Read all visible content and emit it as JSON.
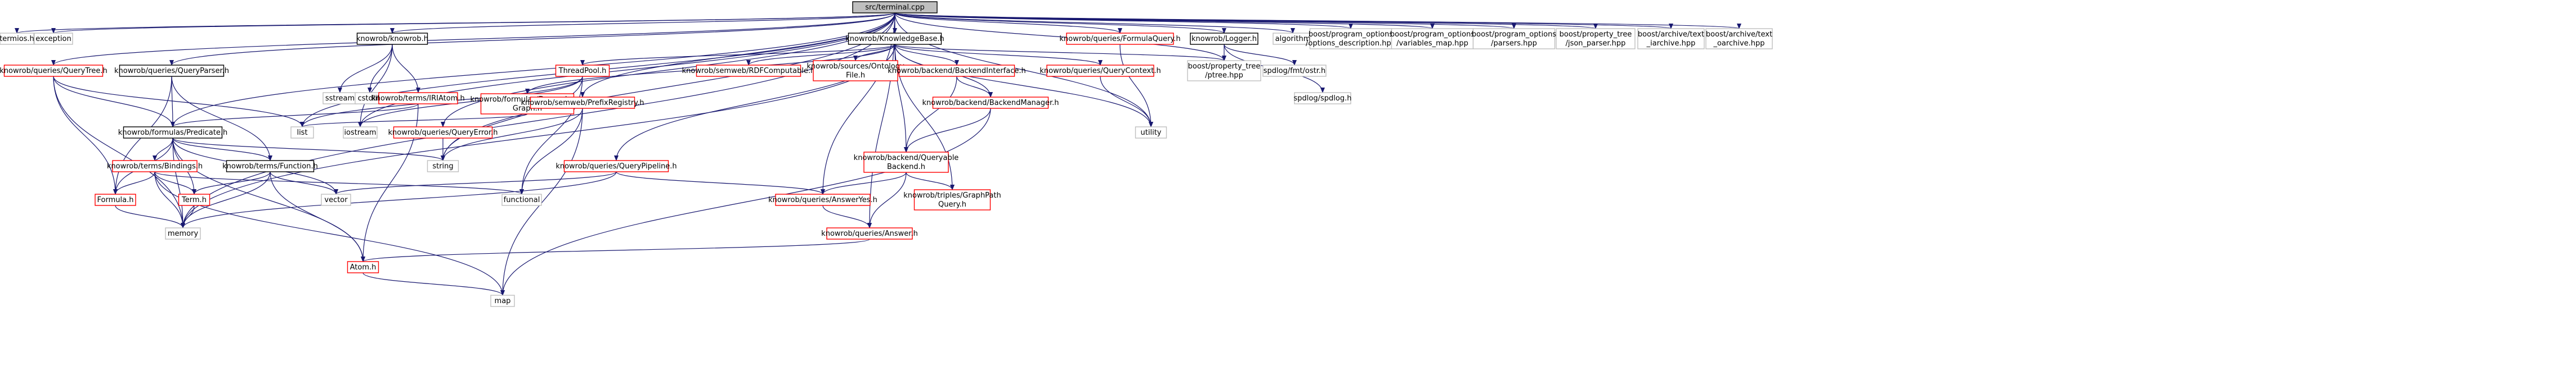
{
  "colors": {
    "edge": "#191970",
    "root_fill": "#bfbfbf",
    "root_border": "#000000",
    "documented_border": "#000000",
    "undocumented_border": "#ff0000",
    "system_border": "#bfbfbf",
    "background": "#ffffff"
  },
  "nodes": [
    {
      "id": "root",
      "lines": [
        "src/terminal.cpp"
      ],
      "kind": "root"
    },
    {
      "id": "termios",
      "lines": [
        "termios.h"
      ],
      "kind": "system"
    },
    {
      "id": "exception",
      "lines": [
        "exception"
      ],
      "kind": "system"
    },
    {
      "id": "querytree",
      "lines": [
        "knowrob/queries/QueryTree.h"
      ],
      "kind": "undocumented"
    },
    {
      "id": "queryparser",
      "lines": [
        "knowrob/queries/QueryParser.h"
      ],
      "kind": "documented"
    },
    {
      "id": "knowrob_h",
      "lines": [
        "knowrob/knowrob.h"
      ],
      "kind": "documented"
    },
    {
      "id": "sstream",
      "lines": [
        "sstream"
      ],
      "kind": "system"
    },
    {
      "id": "cstdlib",
      "lines": [
        "cstdlib"
      ],
      "kind": "system"
    },
    {
      "id": "iriatom",
      "lines": [
        "knowrob/terms/IRIAtom.h"
      ],
      "kind": "undocumented"
    },
    {
      "id": "kb",
      "lines": [
        "knowrob/KnowledgeBase.h"
      ],
      "kind": "documented"
    },
    {
      "id": "formulaquery",
      "lines": [
        "knowrob/queries/FormulaQuery.h"
      ],
      "kind": "undocumented"
    },
    {
      "id": "logger",
      "lines": [
        "knowrob/Logger.h"
      ],
      "kind": "documented"
    },
    {
      "id": "algorithm",
      "lines": [
        "algorithm"
      ],
      "kind": "system"
    },
    {
      "id": "po_desc",
      "lines": [
        "boost/program_options",
        "/options_description.hpp"
      ],
      "kind": "system"
    },
    {
      "id": "po_var",
      "lines": [
        "boost/program_options",
        "/variables_map.hpp"
      ],
      "kind": "system"
    },
    {
      "id": "po_parsers",
      "lines": [
        "boost/program_options",
        "/parsers.hpp"
      ],
      "kind": "system"
    },
    {
      "id": "pt_json",
      "lines": [
        "boost/property_tree",
        "/json_parser.hpp"
      ],
      "kind": "system"
    },
    {
      "id": "archive_ti",
      "lines": [
        "boost/archive/text",
        "_iarchive.hpp"
      ],
      "kind": "system"
    },
    {
      "id": "archive_to",
      "lines": [
        "boost/archive/text",
        "_oarchive.hpp"
      ],
      "kind": "system"
    },
    {
      "id": "depgraph",
      "lines": [
        "knowrob/formulas/Dependency",
        "Graph.h"
      ],
      "kind": "undocumented"
    },
    {
      "id": "threadpool",
      "lines": [
        "ThreadPool.h"
      ],
      "kind": "undocumented"
    },
    {
      "id": "rdfcomputable",
      "lines": [
        "knowrob/semweb/RDFComputable.h"
      ],
      "kind": "undocumented"
    },
    {
      "id": "ontologyfile",
      "lines": [
        "knowrob/sources/Ontology",
        "File.h"
      ],
      "kind": "undocumented"
    },
    {
      "id": "backendif",
      "lines": [
        "knowrob/backend/BackendInterface.h"
      ],
      "kind": "undocumented"
    },
    {
      "id": "querycontext",
      "lines": [
        "knowrob/queries/QueryContext.h"
      ],
      "kind": "undocumented"
    },
    {
      "id": "ptree",
      "lines": [
        "boost/property_tree",
        "/ptree.hpp"
      ],
      "kind": "system"
    },
    {
      "id": "fmt",
      "lines": [
        "spdlog/fmt/ostr.h"
      ],
      "kind": "system"
    },
    {
      "id": "spdlog",
      "lines": [
        "spdlog/spdlog.h"
      ],
      "kind": "system"
    },
    {
      "id": "predicate",
      "lines": [
        "knowrob/formulas/Predicate.h"
      ],
      "kind": "documented"
    },
    {
      "id": "list",
      "lines": [
        "list"
      ],
      "kind": "system"
    },
    {
      "id": "iostream",
      "lines": [
        "iostream"
      ],
      "kind": "system"
    },
    {
      "id": "queryerror",
      "lines": [
        "knowrob/queries/QueryError.h"
      ],
      "kind": "undocumented"
    },
    {
      "id": "prefixreg",
      "lines": [
        "knowrob/semweb/PrefixRegistry.h"
      ],
      "kind": "undocumented"
    },
    {
      "id": "utility",
      "lines": [
        "utility"
      ],
      "kind": "system"
    },
    {
      "id": "backendmgr",
      "lines": [
        "knowrob/backend/BackendManager.h"
      ],
      "kind": "undocumented"
    },
    {
      "id": "bindings",
      "lines": [
        "knowrob/terms/Bindings.h"
      ],
      "kind": "undocumented"
    },
    {
      "id": "function",
      "lines": [
        "knowrob/terms/Function.h"
      ],
      "kind": "documented"
    },
    {
      "id": "string",
      "lines": [
        "string"
      ],
      "kind": "system"
    },
    {
      "id": "querypipeline",
      "lines": [
        "knowrob/queries/QueryPipeline.h"
      ],
      "kind": "undocumented"
    },
    {
      "id": "queryable",
      "lines": [
        "knowrob/backend/Queryable",
        "Backend.h"
      ],
      "kind": "undocumented"
    },
    {
      "id": "functional",
      "lines": [
        "functional"
      ],
      "kind": "system"
    },
    {
      "id": "formula",
      "lines": [
        "Formula.h"
      ],
      "kind": "undocumented"
    },
    {
      "id": "term",
      "lines": [
        "Term.h"
      ],
      "kind": "undocumented"
    },
    {
      "id": "vector",
      "lines": [
        "vector"
      ],
      "kind": "system"
    },
    {
      "id": "answeryes",
      "lines": [
        "knowrob/queries/AnswerYes.h"
      ],
      "kind": "undocumented"
    },
    {
      "id": "graphpath",
      "lines": [
        "knowrob/triples/GraphPath",
        "Query.h"
      ],
      "kind": "undocumented"
    },
    {
      "id": "memory",
      "lines": [
        "memory"
      ],
      "kind": "system"
    },
    {
      "id": "answer",
      "lines": [
        "knowrob/queries/Answer.h"
      ],
      "kind": "undocumented"
    },
    {
      "id": "atom",
      "lines": [
        "Atom.h"
      ],
      "kind": "undocumented"
    },
    {
      "id": "map",
      "lines": [
        "map"
      ],
      "kind": "system"
    }
  ],
  "edges": [
    [
      "root",
      "termios"
    ],
    [
      "root",
      "exception"
    ],
    [
      "root",
      "querytree"
    ],
    [
      "root",
      "queryparser"
    ],
    [
      "root",
      "knowrob_h"
    ],
    [
      "root",
      "kb"
    ],
    [
      "root",
      "formulaquery"
    ],
    [
      "root",
      "logger"
    ],
    [
      "root",
      "algorithm"
    ],
    [
      "root",
      "po_desc"
    ],
    [
      "root",
      "po_var"
    ],
    [
      "root",
      "po_parsers"
    ],
    [
      "root",
      "pt_json"
    ],
    [
      "root",
      "archive_ti"
    ],
    [
      "root",
      "archive_to"
    ],
    [
      "root",
      "list"
    ],
    [
      "root",
      "iostream"
    ],
    [
      "root",
      "string"
    ],
    [
      "root",
      "memory"
    ],
    [
      "root",
      "predicate"
    ],
    [
      "root",
      "queryerror"
    ],
    [
      "root",
      "prefixreg"
    ],
    [
      "root",
      "answeryes"
    ],
    [
      "root",
      "answer"
    ],
    [
      "root",
      "utility"
    ],
    [
      "root",
      "ptree"
    ],
    [
      "querytree",
      "predicate"
    ],
    [
      "querytree",
      "formula"
    ],
    [
      "querytree",
      "memory"
    ],
    [
      "querytree",
      "list"
    ],
    [
      "queryparser",
      "predicate"
    ],
    [
      "queryparser",
      "function"
    ],
    [
      "queryparser",
      "formula"
    ],
    [
      "knowrob_h",
      "sstream"
    ],
    [
      "knowrob_h",
      "cstdlib"
    ],
    [
      "knowrob_h",
      "iriatom"
    ],
    [
      "knowrob_h",
      "iostream"
    ],
    [
      "iriatom",
      "atom"
    ],
    [
      "iriatom",
      "predicate"
    ],
    [
      "kb",
      "depgraph"
    ],
    [
      "kb",
      "threadpool"
    ],
    [
      "kb",
      "rdfcomputable"
    ],
    [
      "kb",
      "ontologyfile"
    ],
    [
      "kb",
      "backendif"
    ],
    [
      "kb",
      "querycontext"
    ],
    [
      "kb",
      "backendmgr"
    ],
    [
      "kb",
      "queryable"
    ],
    [
      "kb",
      "querypipeline"
    ],
    [
      "kb",
      "graphpath"
    ],
    [
      "kb",
      "utility"
    ],
    [
      "kb",
      "ptree"
    ],
    [
      "kb",
      "memory"
    ],
    [
      "depgraph",
      "list"
    ],
    [
      "threadpool",
      "list"
    ],
    [
      "threadpool",
      "string"
    ],
    [
      "threadpool",
      "functional"
    ],
    [
      "threadpool",
      "iostream"
    ],
    [
      "formulaquery",
      "utility"
    ],
    [
      "logger",
      "ptree"
    ],
    [
      "logger",
      "fmt"
    ],
    [
      "logger",
      "spdlog"
    ],
    [
      "backendif",
      "backendmgr"
    ],
    [
      "backendif",
      "queryable"
    ],
    [
      "querycontext",
      "utility"
    ],
    [
      "predicate",
      "bindings"
    ],
    [
      "predicate",
      "function"
    ],
    [
      "predicate",
      "formula"
    ],
    [
      "predicate",
      "term"
    ],
    [
      "predicate",
      "vector"
    ],
    [
      "predicate",
      "memory"
    ],
    [
      "predicate",
      "string"
    ],
    [
      "predicate",
      "atom"
    ],
    [
      "queryerror",
      "string"
    ],
    [
      "prefixreg",
      "string"
    ],
    [
      "prefixreg",
      "functional"
    ],
    [
      "prefixreg",
      "map"
    ],
    [
      "backendmgr",
      "queryable"
    ],
    [
      "backendmgr",
      "map"
    ],
    [
      "bindings",
      "formula"
    ],
    [
      "bindings",
      "term"
    ],
    [
      "bindings",
      "memory"
    ],
    [
      "bindings",
      "map"
    ],
    [
      "bindings",
      "functional"
    ],
    [
      "function",
      "term"
    ],
    [
      "function",
      "vector"
    ],
    [
      "function",
      "memory"
    ],
    [
      "function",
      "atom"
    ],
    [
      "querypipeline",
      "answeryes"
    ],
    [
      "querypipeline",
      "memory"
    ],
    [
      "querypipeline",
      "vector"
    ],
    [
      "queryable",
      "answeryes"
    ],
    [
      "queryable",
      "graphpath"
    ],
    [
      "queryable",
      "answer"
    ],
    [
      "formula",
      "memory"
    ],
    [
      "term",
      "memory"
    ],
    [
      "answeryes",
      "answer"
    ],
    [
      "answer",
      "atom"
    ],
    [
      "atom",
      "map"
    ]
  ]
}
